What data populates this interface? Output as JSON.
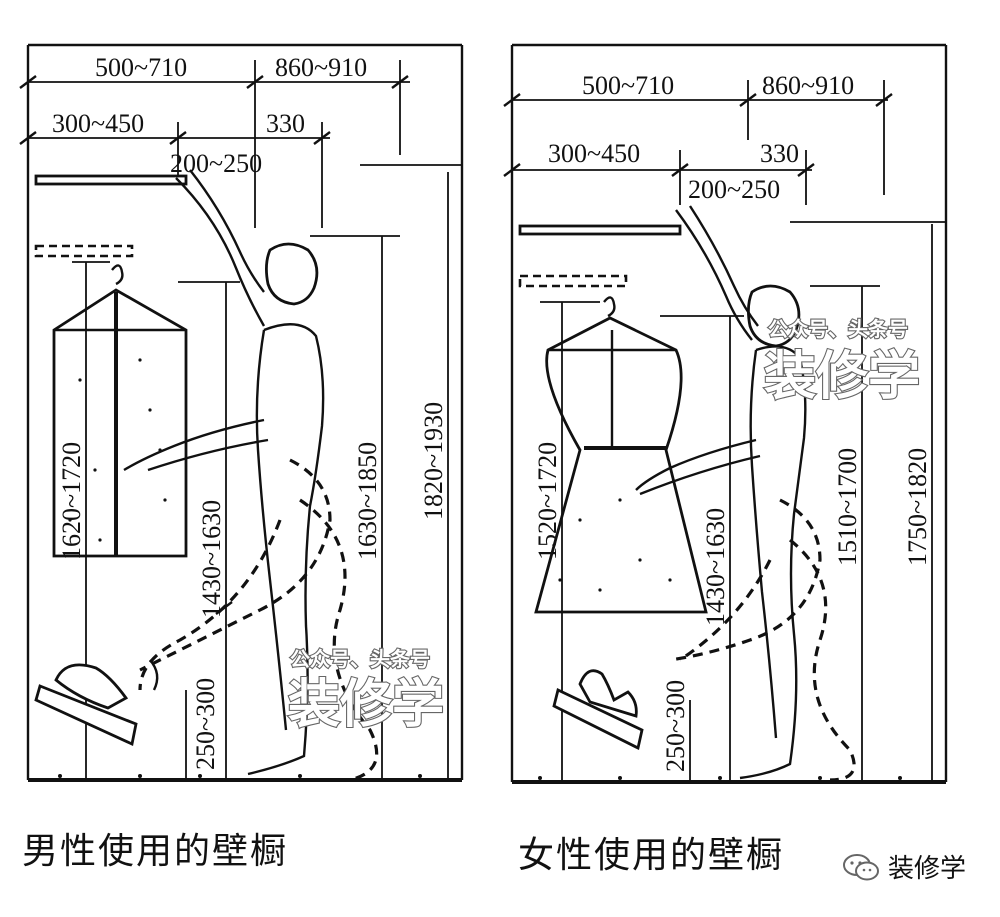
{
  "left_panel": {
    "caption": "男性使用的壁橱",
    "dims_horizontal": [
      "500~710",
      "860~910",
      "300~450",
      "330",
      "200~250"
    ],
    "dims_vertical": [
      "1620~1720",
      "1430~1630",
      "1630~1850",
      "1820~1930",
      "250~300"
    ],
    "watermark_small": "公众号、头条号",
    "watermark_large": "装修学"
  },
  "right_panel": {
    "caption": "女性使用的壁橱",
    "dims_horizontal": [
      "500~710",
      "860~910",
      "300~450",
      "330",
      "200~250"
    ],
    "dims_vertical": [
      "1520~1720",
      "1430~1630",
      "1510~1700",
      "1750~1820",
      "250~300"
    ],
    "watermark_small": "公众号、头条号",
    "watermark_large": "装修学"
  },
  "brand": {
    "icon": "wechat-icon",
    "label": "装修学"
  }
}
